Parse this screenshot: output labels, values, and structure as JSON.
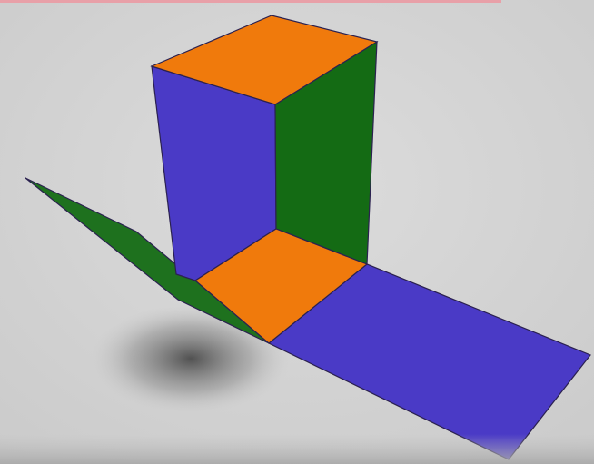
{
  "diagram": {
    "type": "cuboid-net-folding",
    "faces": [
      {
        "name": "top",
        "color": "#f07a0c"
      },
      {
        "name": "left-wall",
        "color": "#4a3ac6"
      },
      {
        "name": "right-wall",
        "color": "#146b14"
      },
      {
        "name": "base",
        "color": "#f07a0c"
      },
      {
        "name": "unfolded-flap-green",
        "color": "#146b14"
      },
      {
        "name": "unfolded-flap-blue",
        "color": "#4a3ac6"
      }
    ],
    "colors": {
      "background": "#d6d6d6",
      "orange": "#f07a0c",
      "blue": "#4a3ac6",
      "green": "#146b14",
      "edge": "#2b2150",
      "top_border": "#e8a0a8"
    }
  }
}
